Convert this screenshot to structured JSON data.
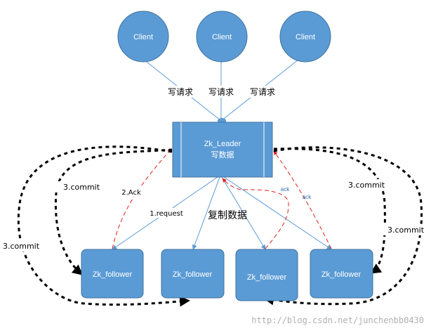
{
  "colors": {
    "node_fill": "#5b9bd5",
    "node_stroke": "#41719c",
    "arrow_blue": "#5b9bd5",
    "arrow_red": "#e02020",
    "arrow_black": "#000000",
    "watermark": "#b0b0b0"
  },
  "clients": [
    {
      "label": "Client"
    },
    {
      "label": "Client"
    },
    {
      "label": "Client"
    }
  ],
  "write_requests": [
    "写请求",
    "写请求",
    "写请求"
  ],
  "leader": {
    "line1": "Zk_Leader",
    "line2": "写数据"
  },
  "followers": [
    {
      "label": "Zk_follower"
    },
    {
      "label": "Zk_follower"
    },
    {
      "label": "Zk_follower"
    },
    {
      "label": "Zk_follower"
    }
  ],
  "labels": {
    "request": "1.request",
    "ack_upper": "2.Ack",
    "replicate": "复制数据",
    "ack_small_1": "ack",
    "ack_small_2": "ack",
    "commit_left_inner": "3.commit",
    "commit_left_outer": "3.commit",
    "commit_right_inner": "3.commit",
    "commit_right_outer": "3.commit"
  },
  "watermark": "http://blog.csdn.net/junchenbb0430"
}
